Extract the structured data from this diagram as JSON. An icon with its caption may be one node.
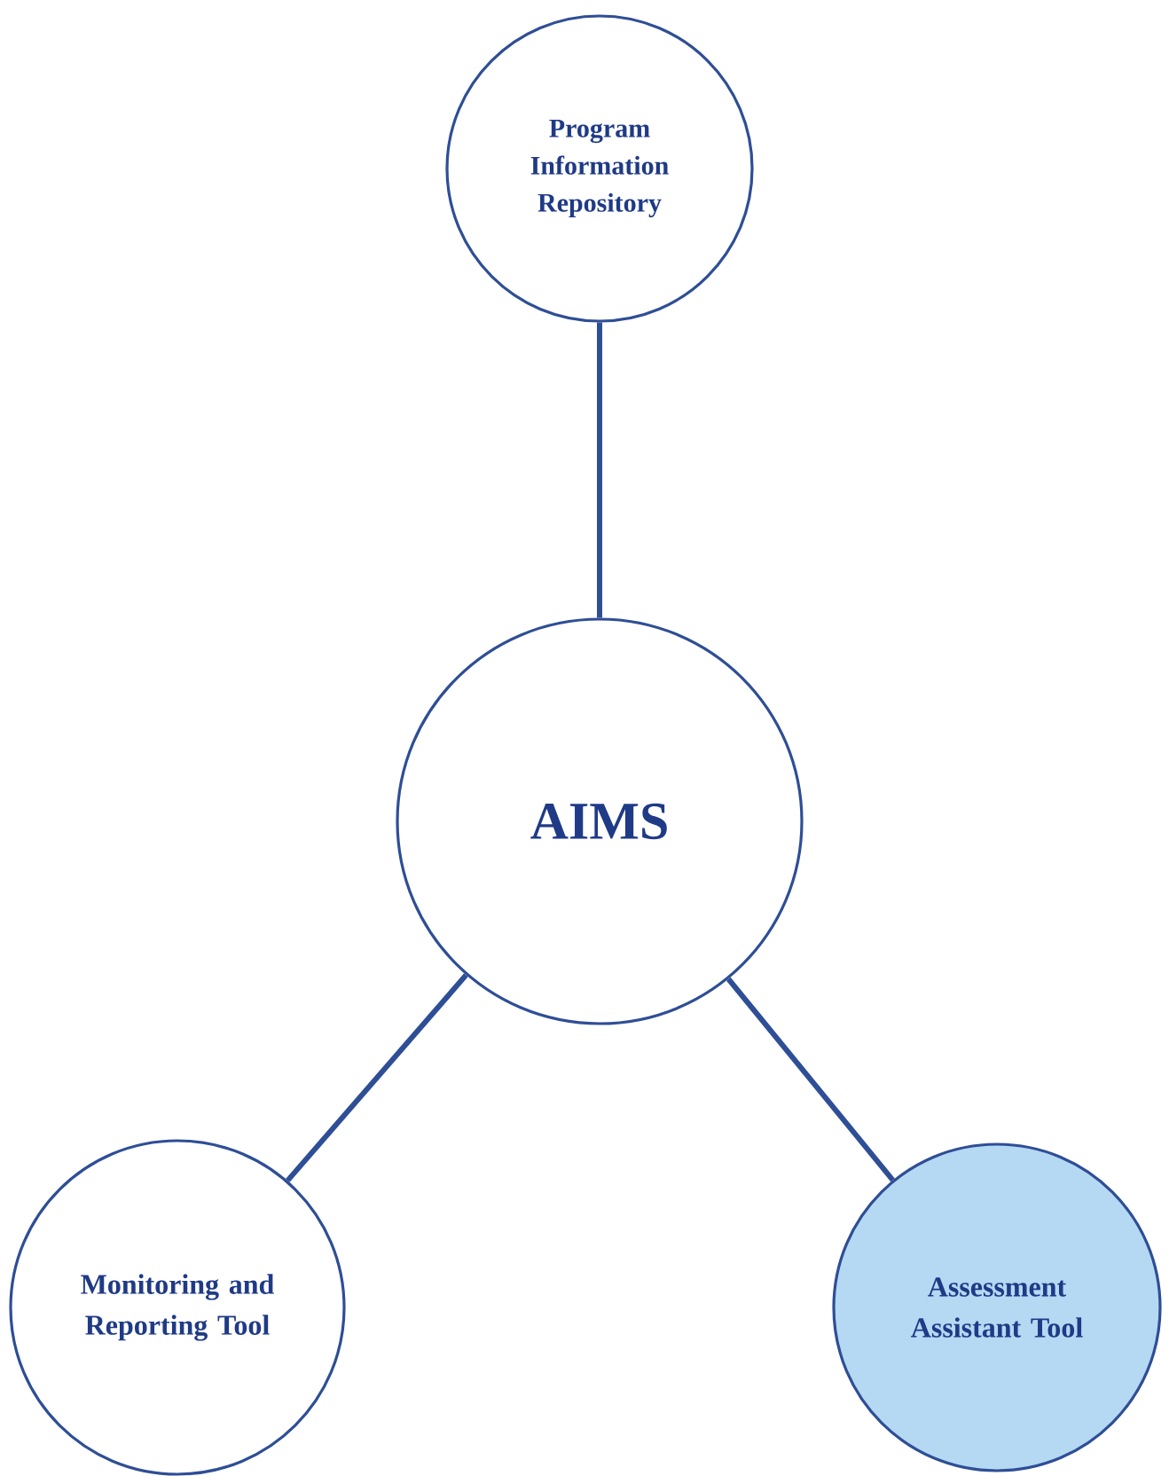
{
  "diagram": {
    "nodes": [
      {
        "text": [
          "Program Information Repository"
        ]
      },
      {
        "text": [
          "AIMS"
        ]
      },
      {
        "text": [
          "Monitoring and Reporting Tool"
        ]
      },
      {
        "text": [
          "Assessment Assistant Tool"
        ]
      }
    ],
    "edges": [
      {
        "from": 0,
        "to": 1,
        "arrow": "none"
      },
      {
        "from": 1,
        "to": 2,
        "arrow": "none"
      },
      {
        "from": 1,
        "to": 3,
        "arrow": "none"
      }
    ]
  }
}
